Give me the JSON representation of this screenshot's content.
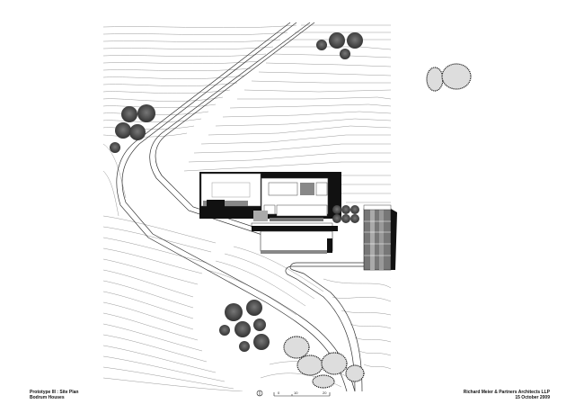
{
  "drawing": {
    "title": "Prototype III : Site Plan",
    "project": "Bodrum Houses",
    "firm": "Richard Meier & Partners Architects LLP",
    "date": "15 October 2009"
  },
  "scale_bar": {
    "north_symbol": "north-arrow-icon",
    "ticks": [
      "0",
      "10",
      "20"
    ]
  },
  "colors": {
    "background": "#ffffff",
    "contour": "#9a9a9a",
    "road": "#333333",
    "building_dark": "#111111",
    "building_gray": "#7a7a7a",
    "tree": "#555555"
  },
  "site_elements": {
    "trees": [
      "tree-cluster-northwest",
      "tree-cluster-north",
      "tree-cluster-southwest",
      "tree-cluster-east"
    ],
    "rocks": [
      "rock-outcrop-northeast",
      "rock-outcrop-south"
    ],
    "road": "access-road",
    "buildings": [
      "main-house",
      "pool-terrace",
      "guest-wing",
      "lower-terrace"
    ]
  }
}
